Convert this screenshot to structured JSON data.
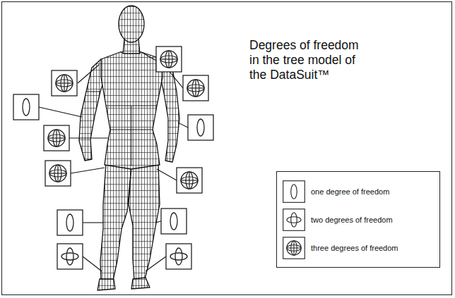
{
  "diagram": {
    "title": "Degrees of freedom in the tree model of the DataSuit™",
    "legend": [
      {
        "text": "one degree of freedom"
      },
      {
        "text": "two degrees of freedom"
      },
      {
        "text": "three degrees of freedom"
      }
    ]
  }
}
